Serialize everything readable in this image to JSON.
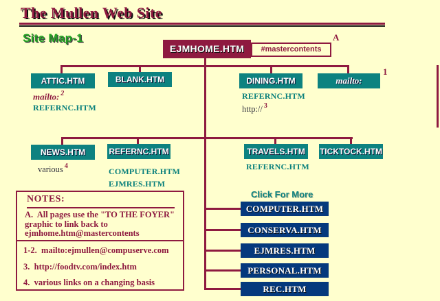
{
  "window": {
    "title": "The Mullen Web Site",
    "subtitle": "Site Map-1"
  },
  "home": {
    "label": "EJMHOME.HTM",
    "anchor_label": "#mastercontents",
    "note_ref": "A"
  },
  "level1": {
    "attic": {
      "label": "ATTIC.HTM",
      "link1": "mailto:",
      "link1_ref": "2",
      "link2": "REFERNC.HTM"
    },
    "blank": {
      "label": "BLANK.HTM"
    },
    "dining": {
      "label": "DINING.HTM",
      "link1": "REFERNC.HTM",
      "link2": "http://",
      "link2_ref": "3"
    },
    "mailto": {
      "label": "mailto:",
      "note_ref": "1"
    }
  },
  "level2": {
    "news": {
      "label": "NEWS.HTM",
      "link1": "various",
      "link1_ref": "4"
    },
    "refernc": {
      "label": "REFERNC.HTM",
      "link1": "COMPUTER.HTM",
      "link2": "EJMRES.HTM"
    },
    "travels": {
      "label": "TRAVELS.HTM",
      "link1": "REFERNC.HTM"
    },
    "ticktock": {
      "label": "TICKTOCK.HTM"
    }
  },
  "more": {
    "heading": "Click For More",
    "items": [
      "COMPUTER.HTM",
      "CONSERVA.HTM",
      "EJMRES.HTM",
      "PERSONAL.HTM",
      "REC.HTM"
    ]
  },
  "notes": {
    "heading": "NOTES:",
    "note_a": "A.  All pages use the \"TO THE FOYER\" graphic to link back to ejmhome.htm@mastercontents",
    "items": [
      "1-2.  mailto:ejmullen@compuserve.com",
      "3.  http://foodtv.com/index.htm",
      "4.  various links on a changing basis"
    ]
  },
  "colors": {
    "background": "#FFFFCE",
    "maroon": "#8E1A40",
    "teal": "#0D8280",
    "navy": "#05397D",
    "green": "#21A321"
  }
}
